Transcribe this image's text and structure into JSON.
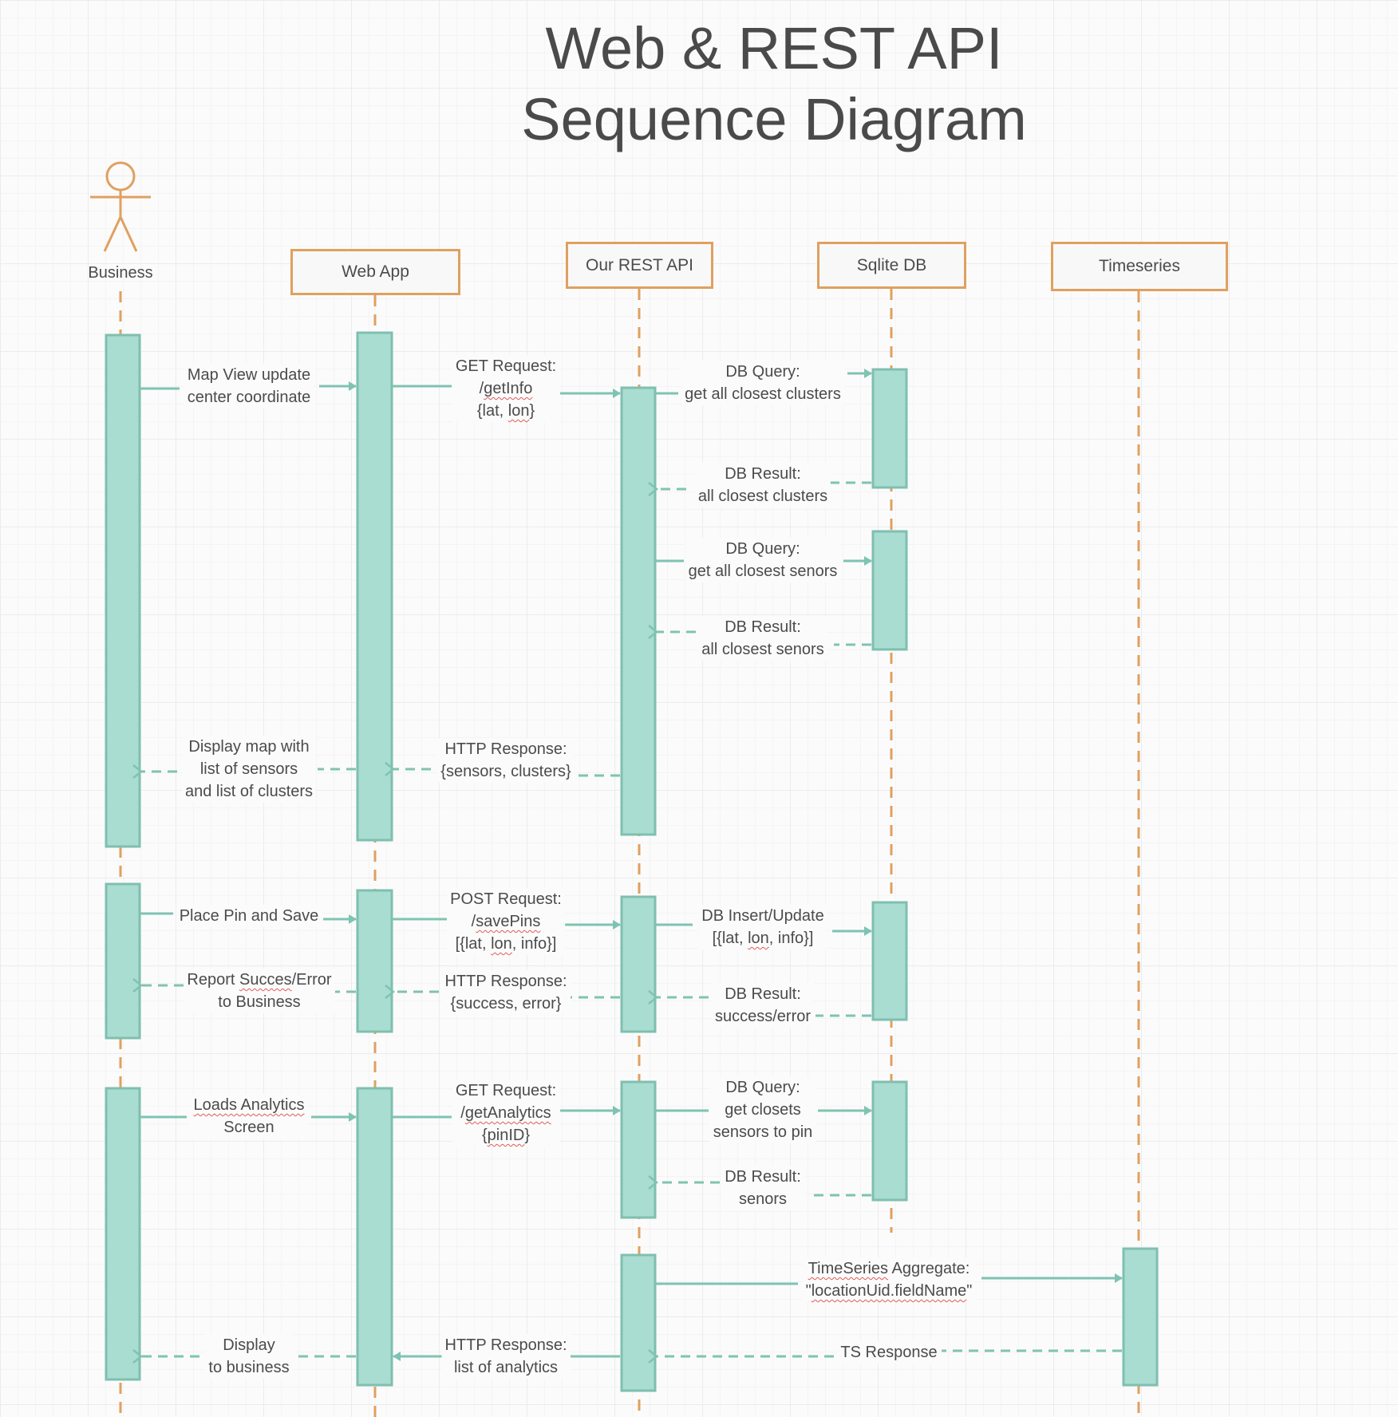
{
  "title": {
    "line1": "Web & REST API",
    "line2": "Sequence Diagram"
  },
  "actor": {
    "label": "Business"
  },
  "participants": [
    {
      "label": "Web App"
    },
    {
      "label": "Our REST API"
    },
    {
      "label": "Sqlite DB"
    },
    {
      "label": "Timeseries"
    }
  ],
  "messages": {
    "m1": "Map View update\ncenter coordinate",
    "m2": "GET Request:\n/getInfo\n{lat, lon}",
    "m3": "DB Query:\nget all closest clusters",
    "m4": "DB Result:\nall closest clusters",
    "m5": "DB Query:\nget all closest senors",
    "m6": "DB Result:\nall closest senors",
    "m7": "HTTP Response:\n{sensors, clusters}",
    "m8": "Display map with\nlist of sensors\nand list of clusters",
    "m9": "Place Pin and Save",
    "m10": "POST Request:\n/savePins\n[{lat, lon, info}]",
    "m11": "DB Insert/Update\n[{lat, lon, info}]",
    "m12": "DB Result:\nsuccess/error",
    "m13": "HTTP Response:\n{success, error}",
    "m14": "Report Succes/Error\nto Business",
    "m15": "Loads Analytics\nScreen",
    "m16": "GET Request:\n/getAnalytics\n{pinID}",
    "m17": "DB Query:\nget closets\nsensors to pin",
    "m18": "DB Result:\nsenors",
    "m19": "TimeSeries Aggregate:\n\"locationUid.fieldName\"",
    "m20": "TS Response",
    "m21": "HTTP Response:\nlist of analytics",
    "m22": "Display\nto business"
  },
  "colors": {
    "lifeline": "#e0a060",
    "activation_fill": "#a9ddd1",
    "activation_stroke": "#7fbfb0",
    "arrow": "#7fc3b2"
  }
}
